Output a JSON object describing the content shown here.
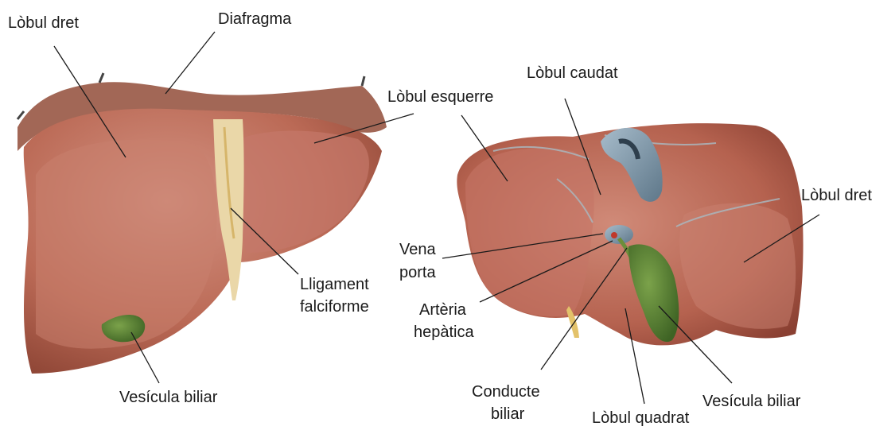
{
  "colors": {
    "liver": "#b5624f",
    "liver_light": "#d08a78",
    "liver_dark": "#8c4234",
    "ligament": "#ead7a8",
    "gallbladder": "#4f7a2e",
    "vein": "#7c96a8",
    "diaphragm": "#9a5a48",
    "leader": "#1a1a1a",
    "background": "#ffffff"
  },
  "left_view": {
    "lobul_dret": "Lòbul dret",
    "diafragma": "Diafragma",
    "lobul_esquerre": "Lòbul esquerre",
    "lligament_line1": "Lligament",
    "lligament_line2": "falciforme",
    "vesicula": "Vesícula biliar"
  },
  "right_view": {
    "lobul_caudat": "Lòbul caudat",
    "lobul_dret": "Lòbul dret",
    "vena_line1": "Vena",
    "vena_line2": "porta",
    "arteria_line1": "Artèria",
    "arteria_line2": "hepàtica",
    "conducte_line1": "Conducte",
    "conducte_line2": "biliar",
    "lobul_quadrat": "Lòbul quadrat",
    "vesicula": "Vesícula biliar"
  }
}
